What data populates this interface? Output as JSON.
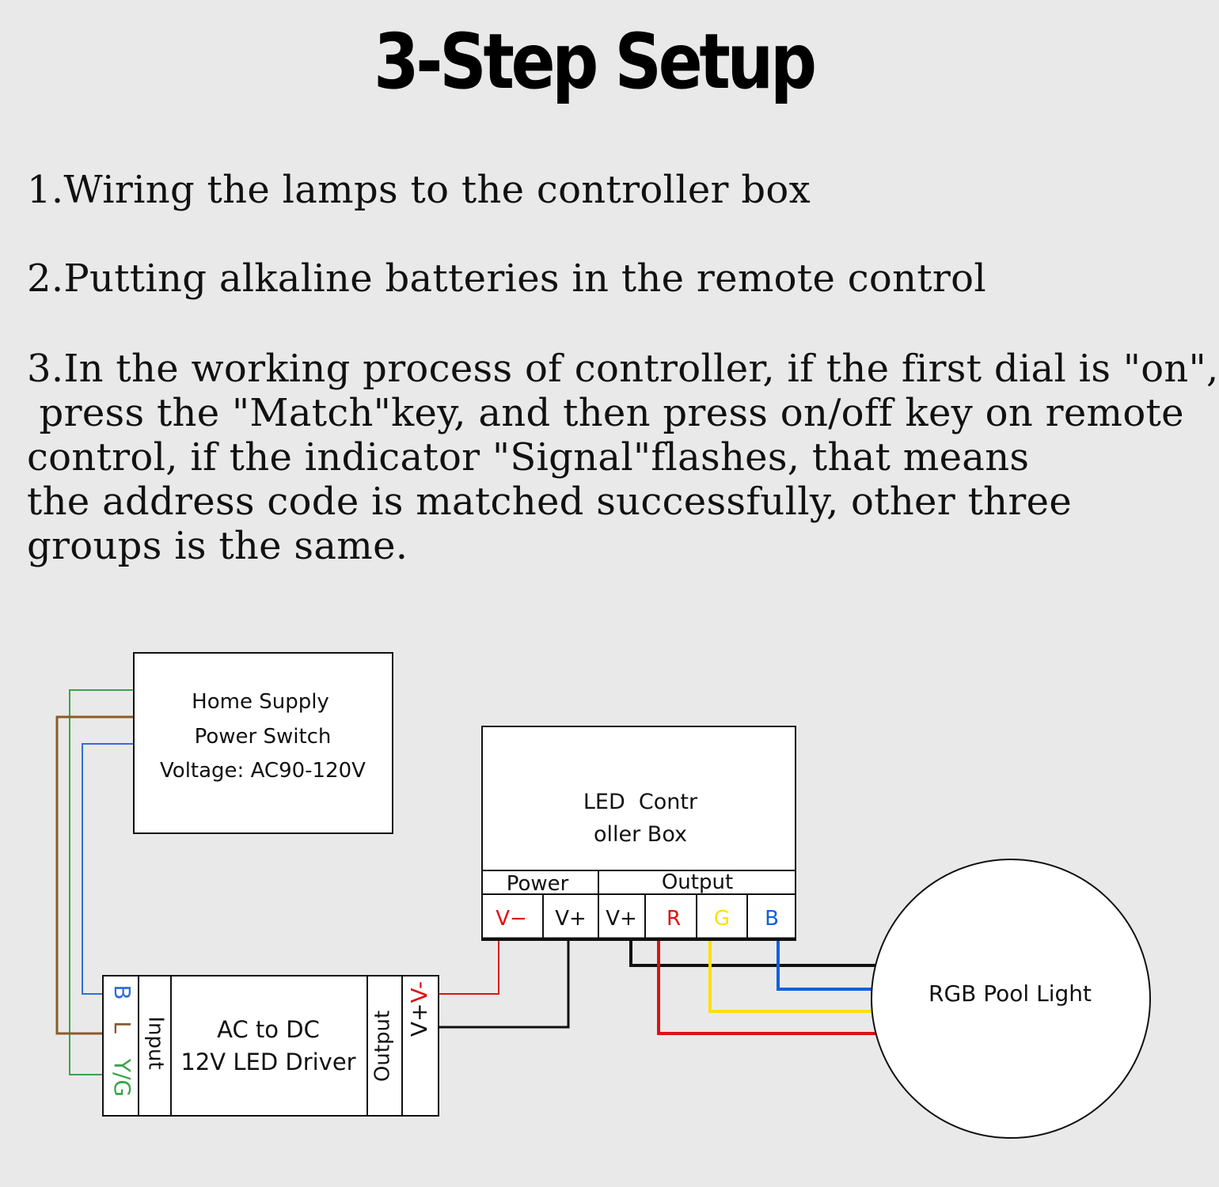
{
  "title": "3-Step Setup",
  "steps": [
    "1.Wiring the lamps to the controller box",
    "2.Putting alkaline batteries in the remote control",
    "3.In the working process of controller, if the first dial is \"on\","
  ],
  "step3_lines": [
    "3.In the working process of controller, if the first dial is \"on\",",
    " press the \"Match\"key, and then press on/off key on remote",
    "control, if the indicator \"Signal\"flashes, that means",
    "the address code is matched successfully, other three",
    "groups is the same."
  ],
  "diagram": {
    "home_supply": {
      "lines": [
        "Home Supply",
        "Power Switch",
        "Voltage: AC90-120V"
      ]
    },
    "driver": {
      "lines": [
        "AC to DC",
        "12V LED Driver"
      ],
      "input_label": "Input",
      "output_label": "Output",
      "input_terminals": [
        "B",
        "L",
        "Y/G"
      ],
      "output_terminals": "V+V-"
    },
    "controller": {
      "lines": [
        "LED  Contr",
        "oller Box"
      ],
      "power_label": "Power",
      "output_label": "Output",
      "terminals": [
        "V−",
        "V+",
        "V+",
        "R",
        "G",
        "B"
      ]
    },
    "pool_light": {
      "label": "RGB Pool Light"
    },
    "colors": {
      "green_wire": "#3aa34a",
      "brown_wire": "#8b5a2b",
      "blue_wire": "#2f6fd6",
      "red_wire": "#e01010",
      "yellow_wire": "#ffe000",
      "black_wire": "#111111",
      "blue_channel": "#1060e0"
    }
  }
}
